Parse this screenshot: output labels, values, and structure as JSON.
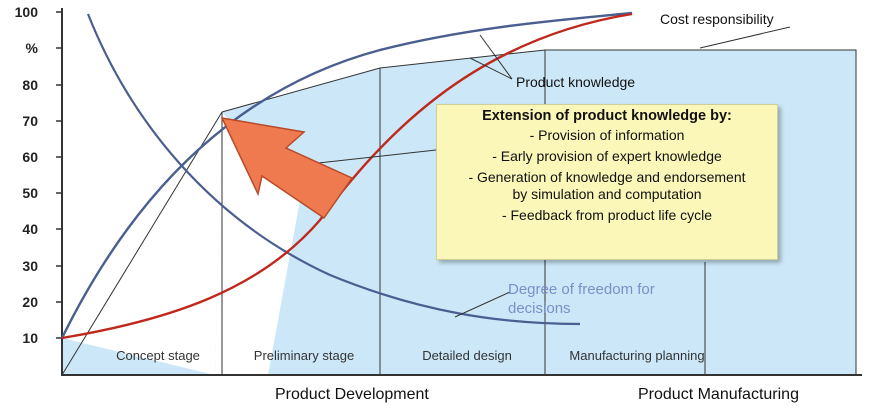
{
  "y_axis": {
    "unit": "%",
    "ticks": [
      "100",
      "80",
      "70",
      "60",
      "50",
      "40",
      "30",
      "20",
      "10"
    ]
  },
  "stages": [
    "Concept stage",
    "Preliminary stage",
    "Detailed design",
    "Manufacturing planning"
  ],
  "phases": [
    "Product Development",
    "Product Manufacturing"
  ],
  "labels": {
    "cost_responsibility": "Cost responsibility",
    "product_knowledge": "Product knowledge",
    "degree_of_freedom": "Degree of freedom for decisions"
  },
  "extension_box": {
    "title": "Extension of product knowledge by:",
    "items": [
      "-  Provision of information",
      "-  Early provision of expert knowledge",
      "-  Generation of knowledge and endorsement by simulation and computation",
      "-  Feedback from product life cycle"
    ]
  },
  "colors": {
    "cost_curve": "#4a5f8f",
    "knowledge_curve": "#c0281c",
    "freedom_curve": "#4a5f8f",
    "shade": "#cce8f8",
    "arrow": "#f07a50",
    "note_bg": "#fbf7b8"
  }
}
